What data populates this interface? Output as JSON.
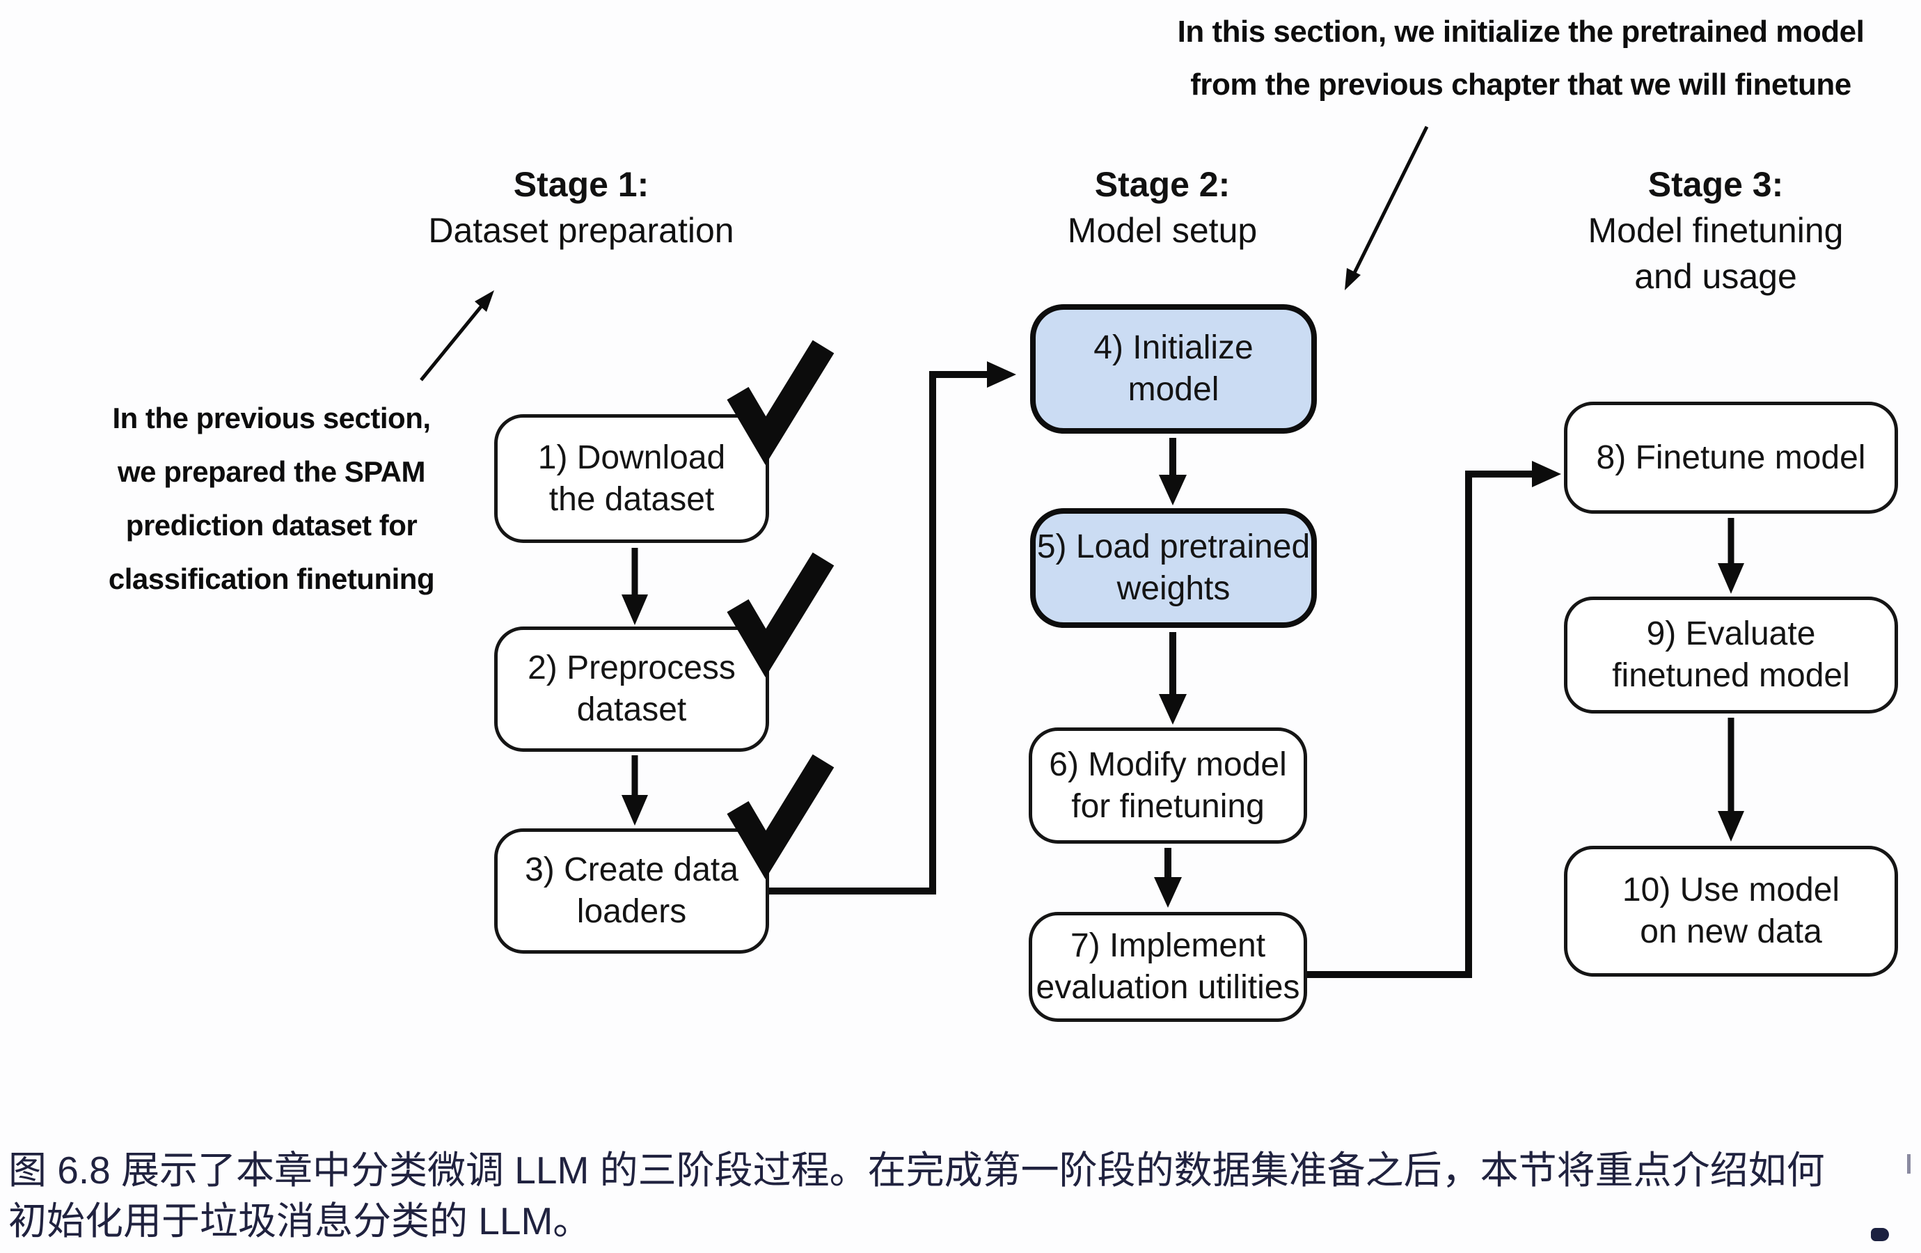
{
  "annotations": {
    "top": "In this section, we initialize the pretrained model\nfrom the previous chapter that we will finetune",
    "left": "In the previous section,\nwe prepared the SPAM\nprediction dataset for\nclassification finetuning"
  },
  "stages": [
    {
      "label": "Stage 1:",
      "subtitle": "Dataset preparation"
    },
    {
      "label": "Stage 2:",
      "subtitle": "Model setup"
    },
    {
      "label": "Stage 3:",
      "subtitle": "Model finetuning\nand usage"
    }
  ],
  "boxes": [
    {
      "label": "1) Download\nthe dataset",
      "variant": "default",
      "checked": true
    },
    {
      "label": "2) Preprocess\ndataset",
      "variant": "default",
      "checked": true
    },
    {
      "label": "3) Create data\nloaders",
      "variant": "default",
      "checked": true
    },
    {
      "label": "4) Initialize\nmodel",
      "variant": "highlighted",
      "checked": false
    },
    {
      "label": "5) Load pretrained\nweights",
      "variant": "highlighted",
      "checked": false
    },
    {
      "label": "6) Modify model\nfor finetuning",
      "variant": "default",
      "checked": false
    },
    {
      "label": "7) Implement\nevaluation utilities",
      "variant": "default",
      "checked": false
    },
    {
      "label": "8) Finetune model",
      "variant": "default",
      "checked": false
    },
    {
      "label": "9) Evaluate\nfinetuned model",
      "variant": "default",
      "checked": false
    },
    {
      "label": "10) Use model\non new data",
      "variant": "default",
      "checked": false
    }
  ],
  "icons": {
    "checkmark": "✓"
  },
  "colors": {
    "highlight_fill": "#cbdcf3",
    "box_border": "#141414",
    "ink": "#0c0c0c",
    "caption_text": "#20223f"
  },
  "caption": "图 6.8 展示了本章中分类微调 LLM 的三阶段过程。在完成第一阶段的数据集准备之后，本节将重点介绍如何\n初始化用于垃圾消息分类的 LLM。"
}
